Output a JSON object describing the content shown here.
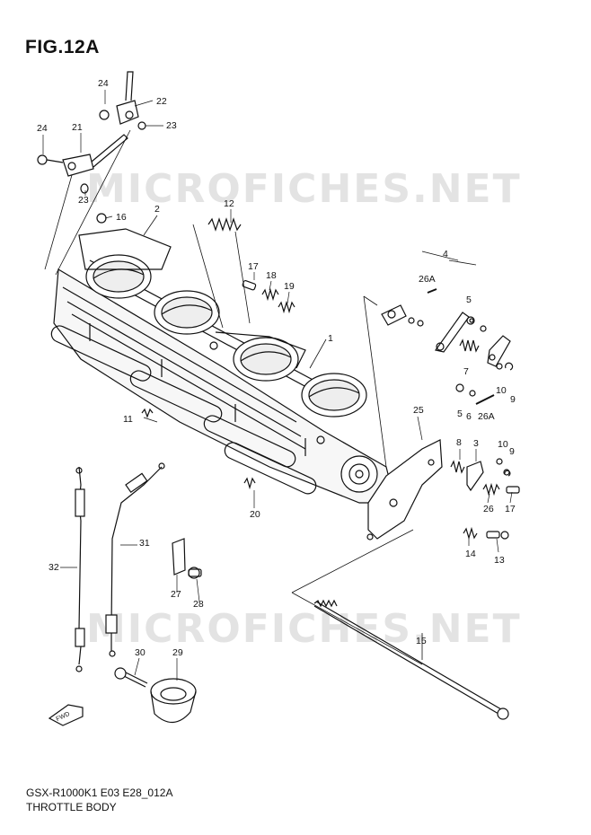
{
  "title": "FIG.12A",
  "footer": {
    "line1": "GSX-R1000K1 E03 E28_012A",
    "line2": "THROTTLE BODY"
  },
  "watermark": "MICROFICHES.NET",
  "fwd_marker": "FWD",
  "parts": {
    "p1": "1",
    "p2": "2",
    "p3": "3",
    "p4": "4",
    "p5a": "5",
    "p5b": "5",
    "p6": "6",
    "p7": "7",
    "p8": "8",
    "p9a": "9",
    "p9b": "9",
    "p10a": "10",
    "p10b": "10",
    "p11": "11",
    "p12": "12",
    "p13": "13",
    "p14": "14",
    "p15": "15",
    "p16": "16",
    "p17a": "17",
    "p17b": "17",
    "p18": "18",
    "p19": "19",
    "p20": "20",
    "p21": "21",
    "p22": "22",
    "p23a": "23",
    "p23b": "23",
    "p24a": "24",
    "p24b": "24",
    "p25": "25",
    "p26": "26",
    "p26aa": "26A",
    "p26ab": "26A",
    "p27": "27",
    "p28": "28",
    "p29": "29",
    "p30": "30",
    "p31": "31",
    "p32": "32"
  }
}
